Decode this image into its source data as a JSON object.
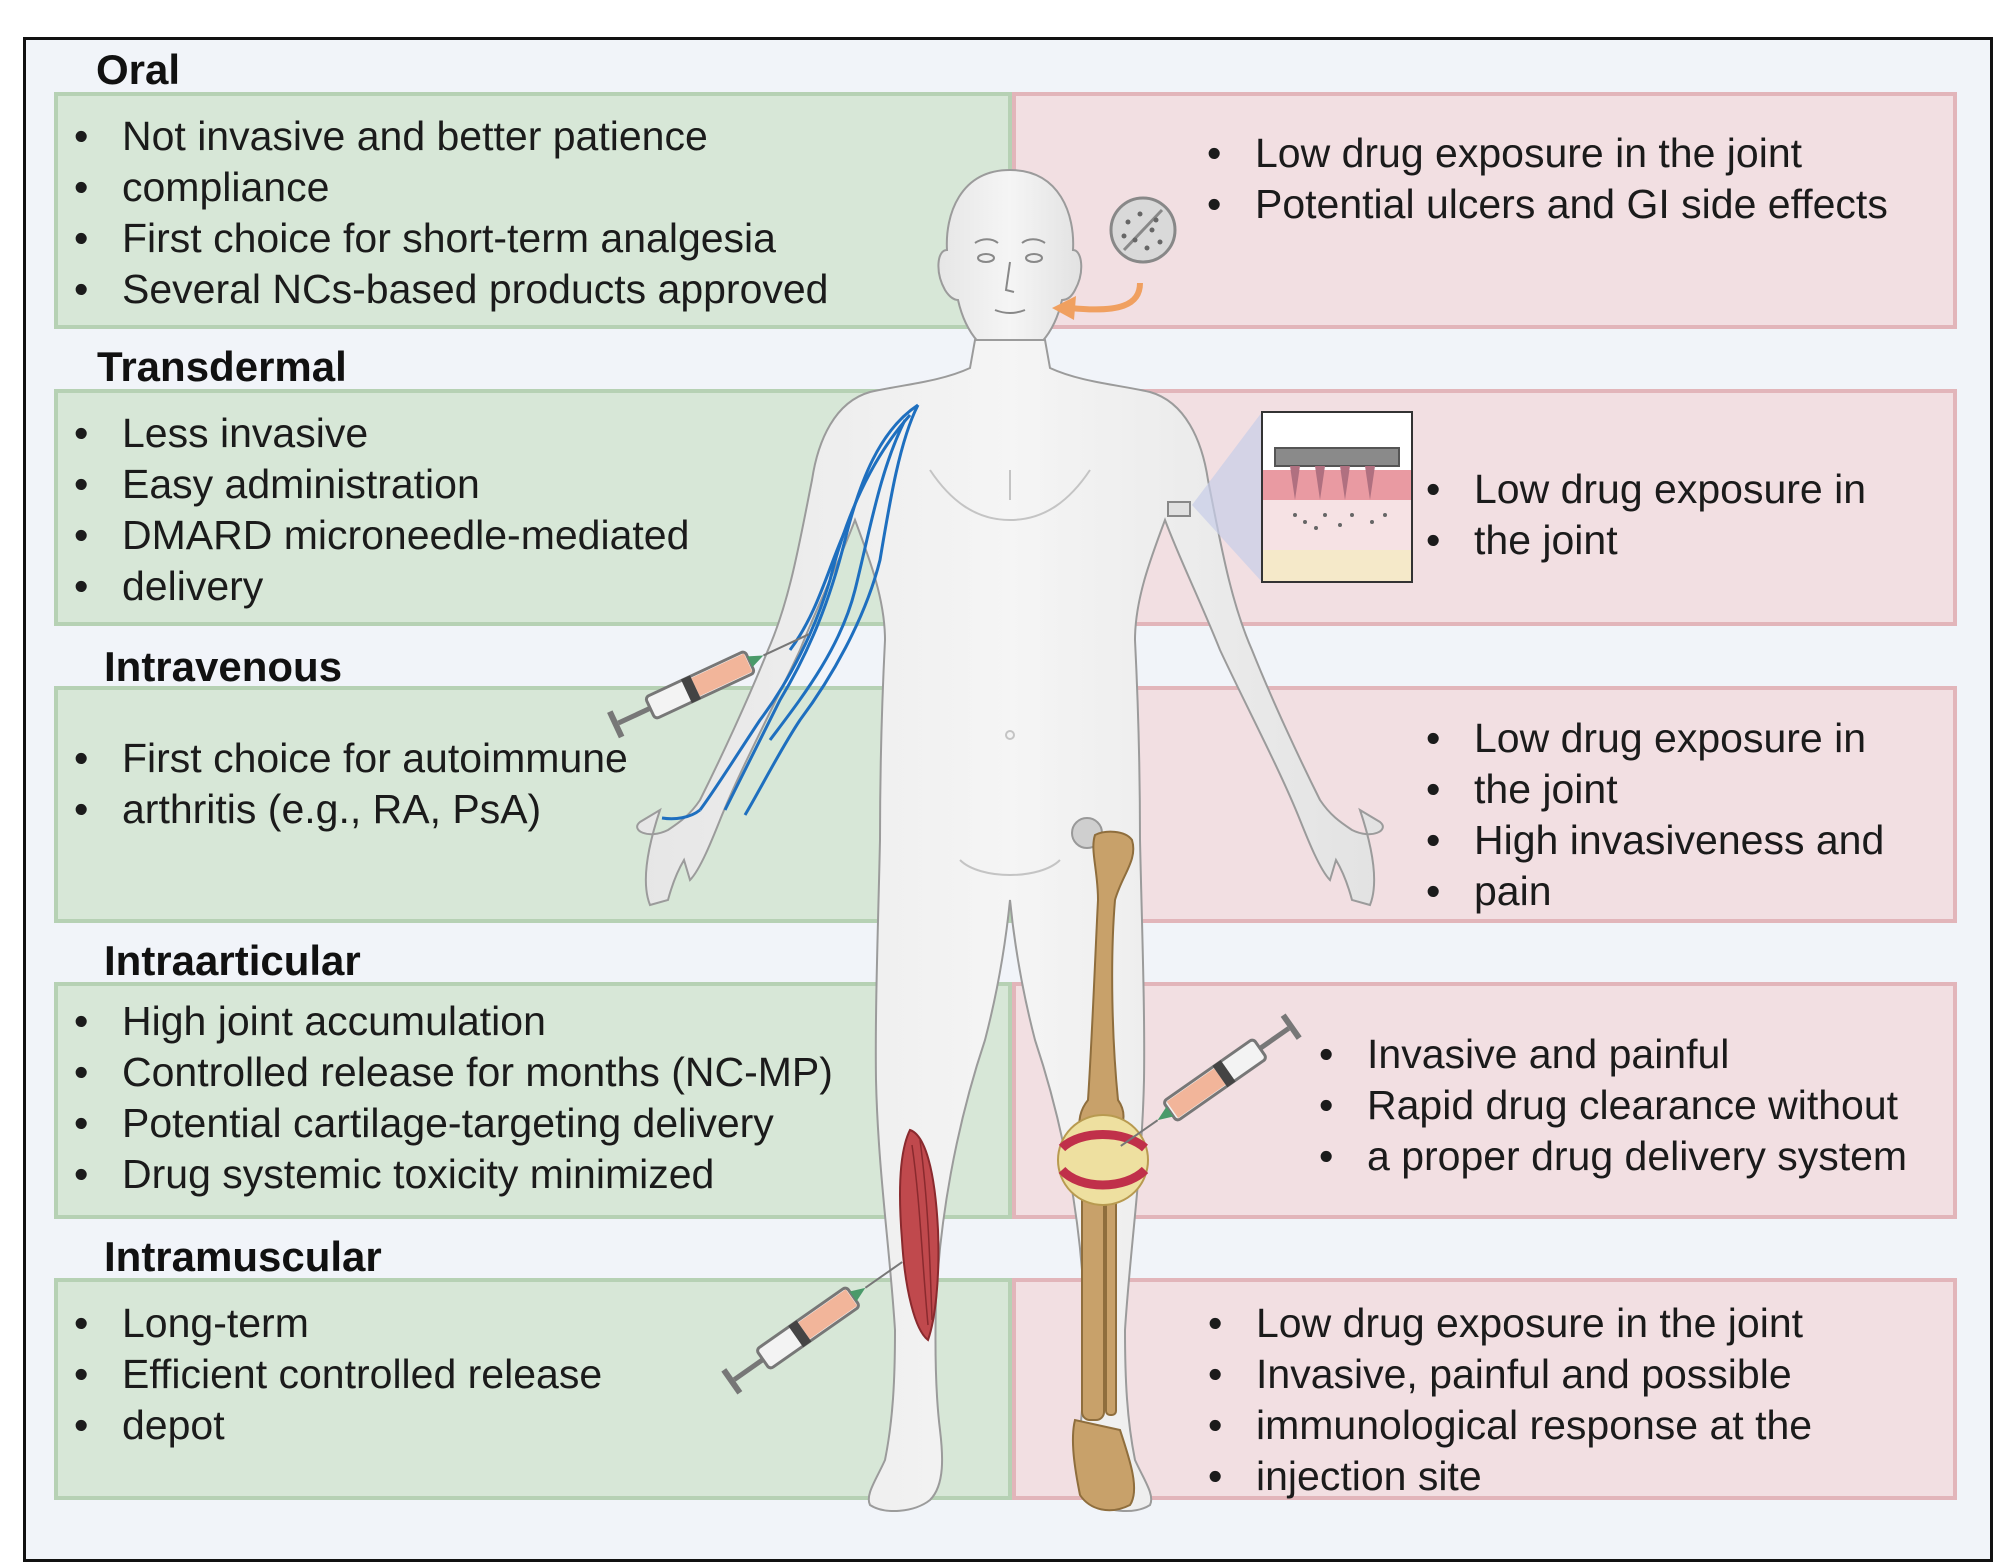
{
  "sections": {
    "oral": {
      "title": "Oral",
      "pros": [
        "Not invasive and better patience",
        "compliance",
        "First choice for short-term analgesia",
        "Several NCs-based products approved"
      ],
      "cons": [
        "Low drug exposure in the joint",
        "Potential ulcers and GI side effects"
      ]
    },
    "transdermal": {
      "title": "Transdermal",
      "pros": [
        "Less invasive",
        "Easy administration",
        "DMARD microneedle-mediated",
        "delivery"
      ],
      "cons": [
        "Low drug exposure in",
        "the joint"
      ]
    },
    "intravenous": {
      "title": "Intravenous",
      "pros": [
        "First choice for autoimmune",
        "arthritis (e.g., RA, PsA)"
      ],
      "cons": [
        "Low drug exposure in",
        "the joint",
        "High invasiveness and",
        "pain"
      ]
    },
    "intraarticular": {
      "title": "Intraarticular",
      "pros": [
        "High joint accumulation",
        "Controlled release for months (NC-MP)",
        "Potential cartilage-targeting delivery",
        "Drug systemic toxicity minimized"
      ],
      "cons": [
        "Invasive and painful",
        "Rapid drug clearance without",
        "a proper drug delivery system"
      ]
    },
    "intramuscular": {
      "title": "Intramuscular",
      "pros": [
        "Long-term",
        "Efficient controlled release",
        "depot"
      ],
      "cons": [
        "Low drug exposure in the joint",
        "Invasive, painful and possible",
        "immunological response at the",
        "injection site"
      ]
    }
  },
  "colors": {
    "pro_fill": "#d7e7d7",
    "pro_border": "#b6d1b4",
    "con_fill": "#f2dfe2",
    "con_border": "#e2b5ba",
    "arrow": "#f0a060",
    "vein": "#1e6fbf",
    "muscle": "#c0494d",
    "bone": "#c8a16a"
  },
  "icons": [
    "human-body-figure",
    "pill-icon",
    "microneedle-patch-icon",
    "syringe-icon",
    "knee-joint-icon",
    "muscle-icon",
    "vein-network-icon"
  ]
}
